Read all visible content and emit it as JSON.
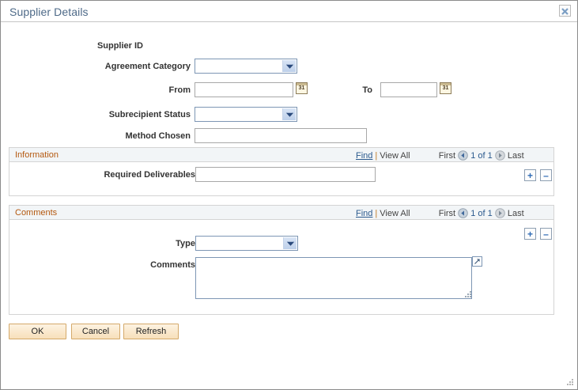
{
  "window": {
    "title": "Supplier Details",
    "close_icon": "close-icon"
  },
  "form": {
    "fields": [
      {
        "label": "Supplier ID",
        "type": "static",
        "value": ""
      },
      {
        "label": "Agreement Category",
        "type": "dropdown",
        "value": ""
      },
      {
        "label": "From",
        "type": "date",
        "value": ""
      },
      {
        "label": "To",
        "type": "date",
        "value": ""
      },
      {
        "label": "Subrecipient Status",
        "type": "dropdown",
        "value": ""
      },
      {
        "label": "Method Chosen",
        "type": "text",
        "value": ""
      }
    ],
    "calendar_icon_label": "31"
  },
  "sections": [
    {
      "title": "Information",
      "nav": {
        "find": "Find",
        "separator": "|",
        "view_all": "View All",
        "first": "First",
        "counter": "1 of 1",
        "last": "Last",
        "prev_icon": "previous-row-icon",
        "next_icon": "next-row-icon"
      },
      "add_label": "+",
      "delete_label": "–",
      "field_label": "Required Deliverables",
      "field_value": ""
    },
    {
      "title": "Comments",
      "nav": {
        "find": "Find",
        "separator": "|",
        "view_all": "View All",
        "first": "First",
        "counter": "1 of 1",
        "last": "Last",
        "prev_icon": "previous-row-icon",
        "next_icon": "next-row-icon"
      },
      "add_label": "+",
      "delete_label": "–",
      "type_label": "Type",
      "type_value": "",
      "comments_label": "Comments",
      "comments_value": "",
      "expand_icon": "expand-textarea-icon"
    }
  ],
  "footer": {
    "ok": "OK",
    "cancel": "Cancel",
    "refresh": "Refresh"
  },
  "colors": {
    "title": "#4e6a88",
    "section_title": "#b4580f",
    "link": "#2b5a8e",
    "button_face": "#f7dfba",
    "dropdown_arrow": "#2a4a7c"
  }
}
